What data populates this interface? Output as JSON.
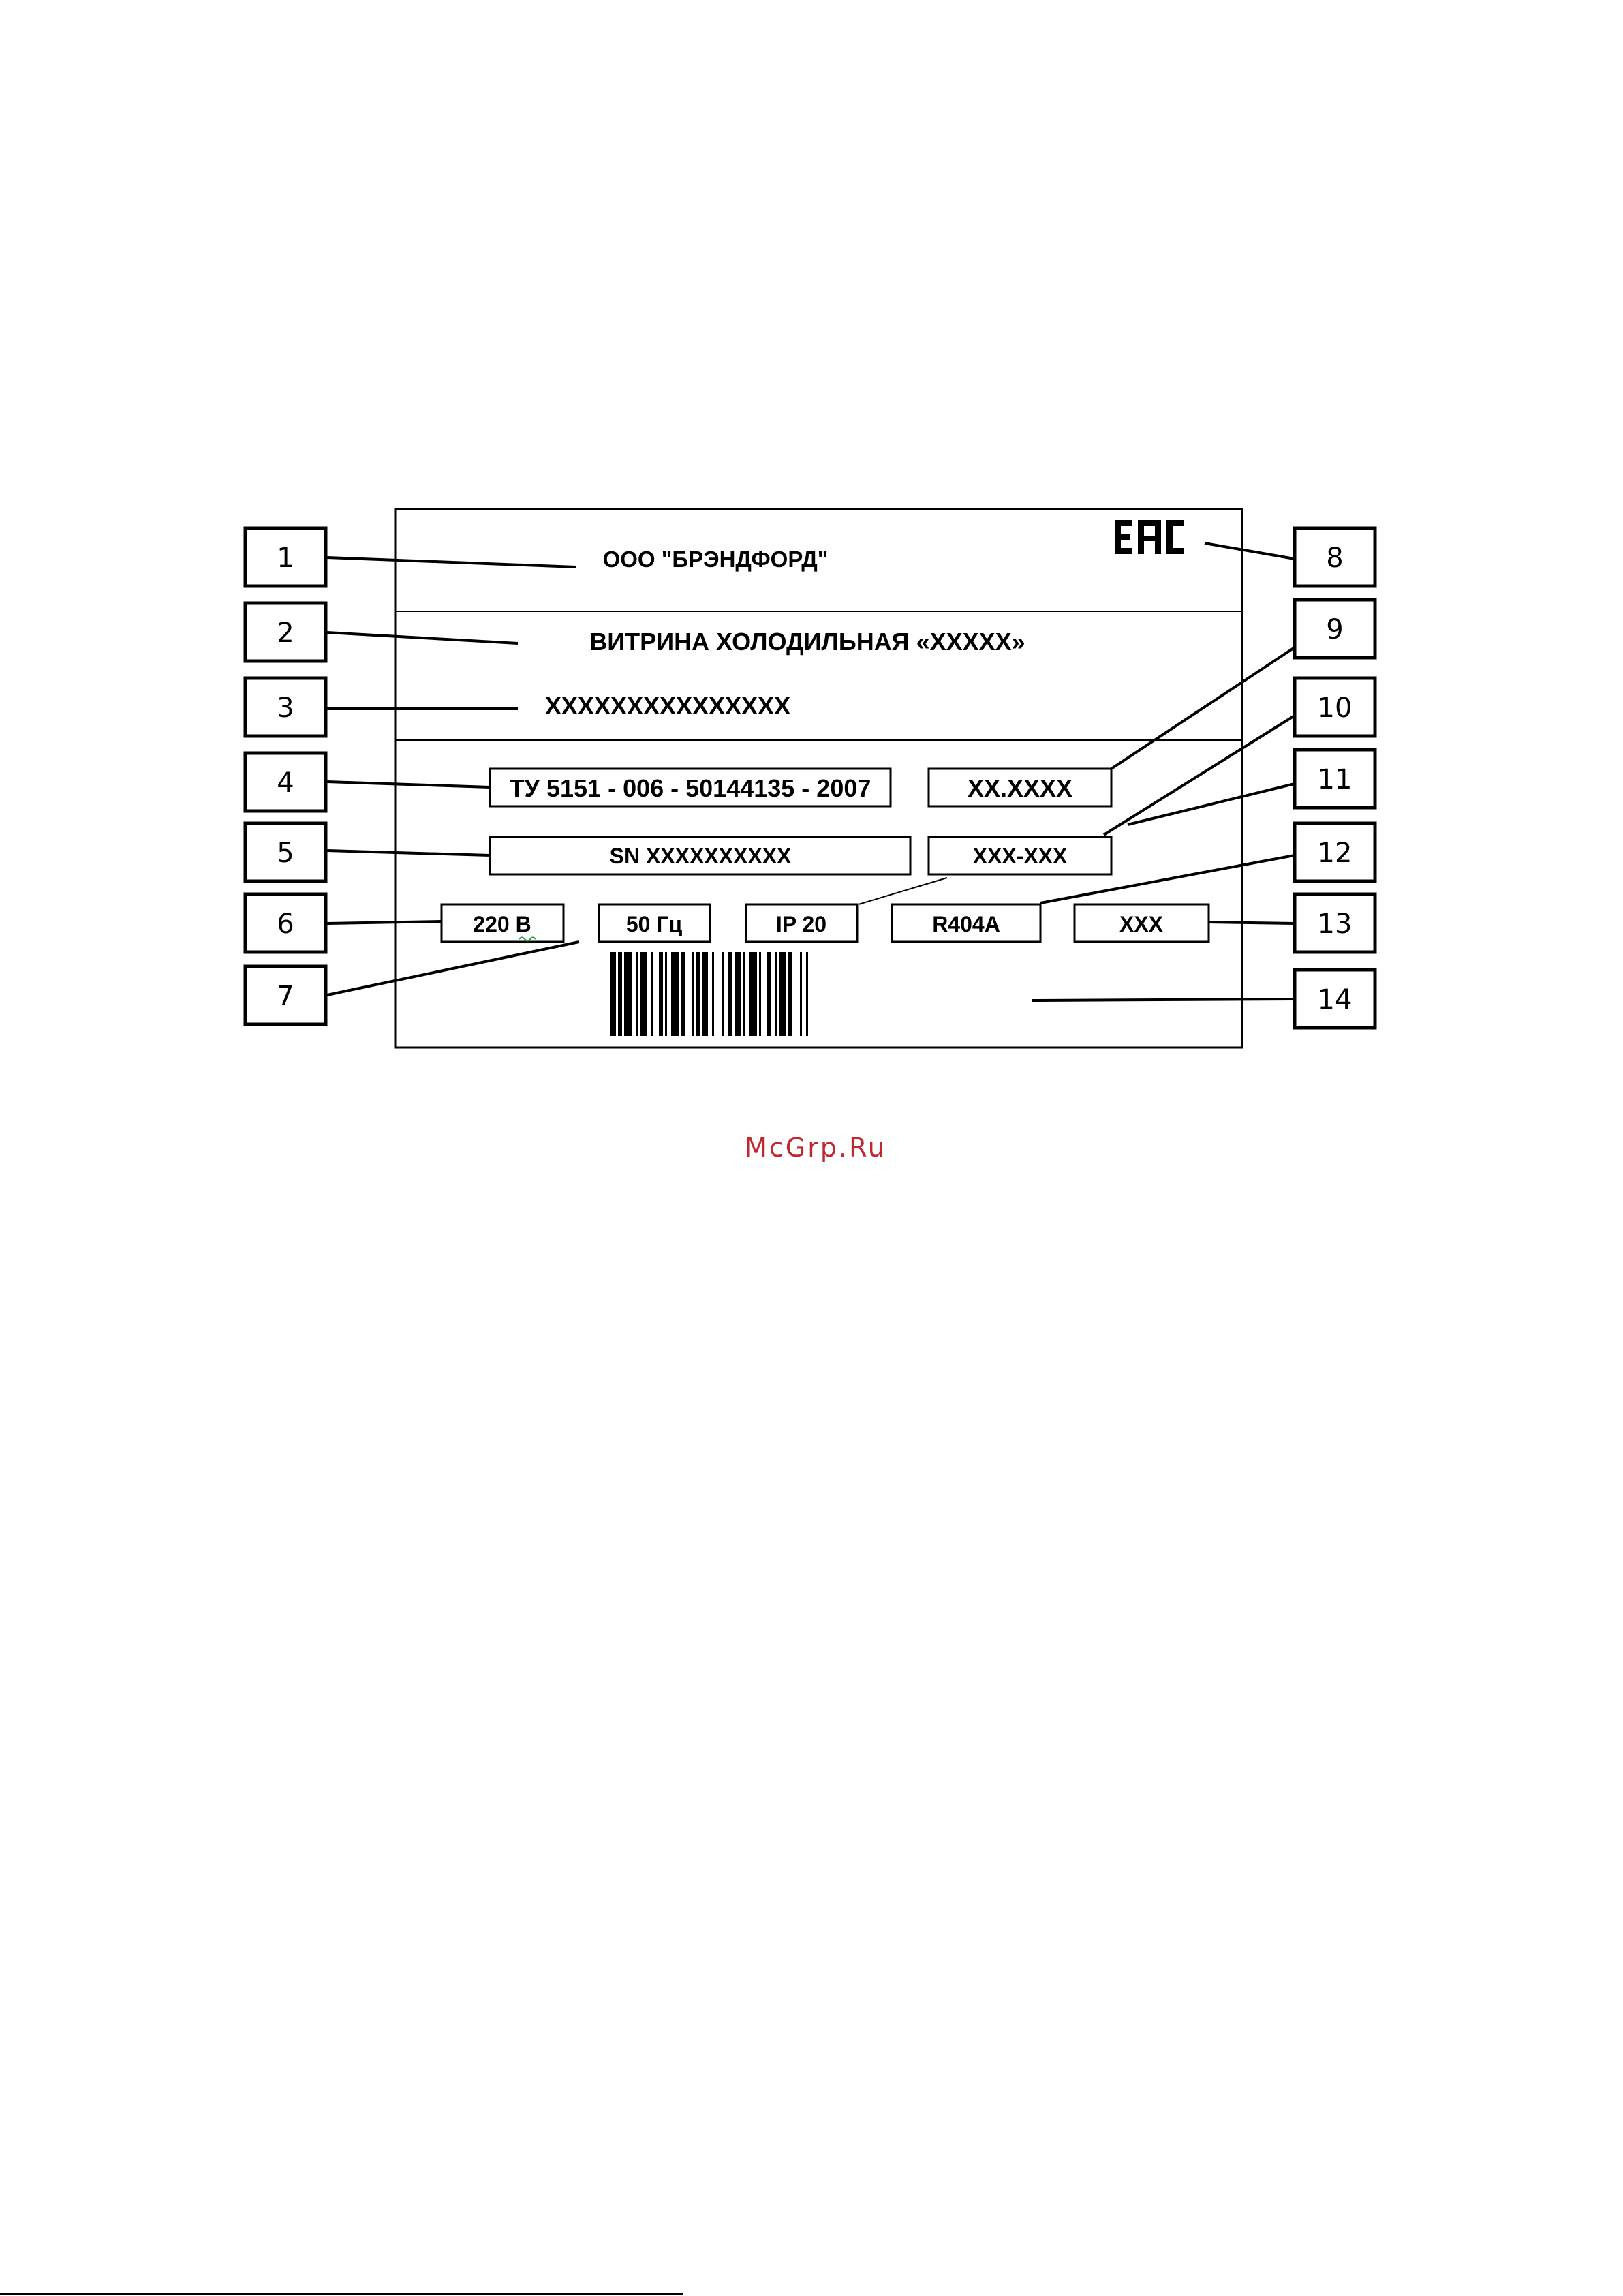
{
  "plate": {
    "manufacturer": "ООО \"БРЭНДФОРД\"",
    "product_name": "ВИТРИНА ХОЛОДИЛЬНАЯ «XXXXX»",
    "model_code": "XXXXXXXXXXXXXXX",
    "tech_spec": "ТУ 5151 - 006 - 50144135 - 2007",
    "serial": "SN XXXXXXXXXX",
    "voltage": "220 В",
    "frequency": "50 Гц",
    "ip_rating": "IP 20",
    "refrigerant": "R404A",
    "date_code": "XX.XXXX",
    "range_code": "XXX-XXX",
    "extra_code": "XXX",
    "certification_mark": "EAC"
  },
  "callouts": [
    "1",
    "2",
    "3",
    "4",
    "5",
    "6",
    "7",
    "8",
    "9",
    "10",
    "11",
    "12",
    "13",
    "14"
  ],
  "watermark": {
    "text": "McGrp.Ru",
    "color": "#c0282e"
  }
}
